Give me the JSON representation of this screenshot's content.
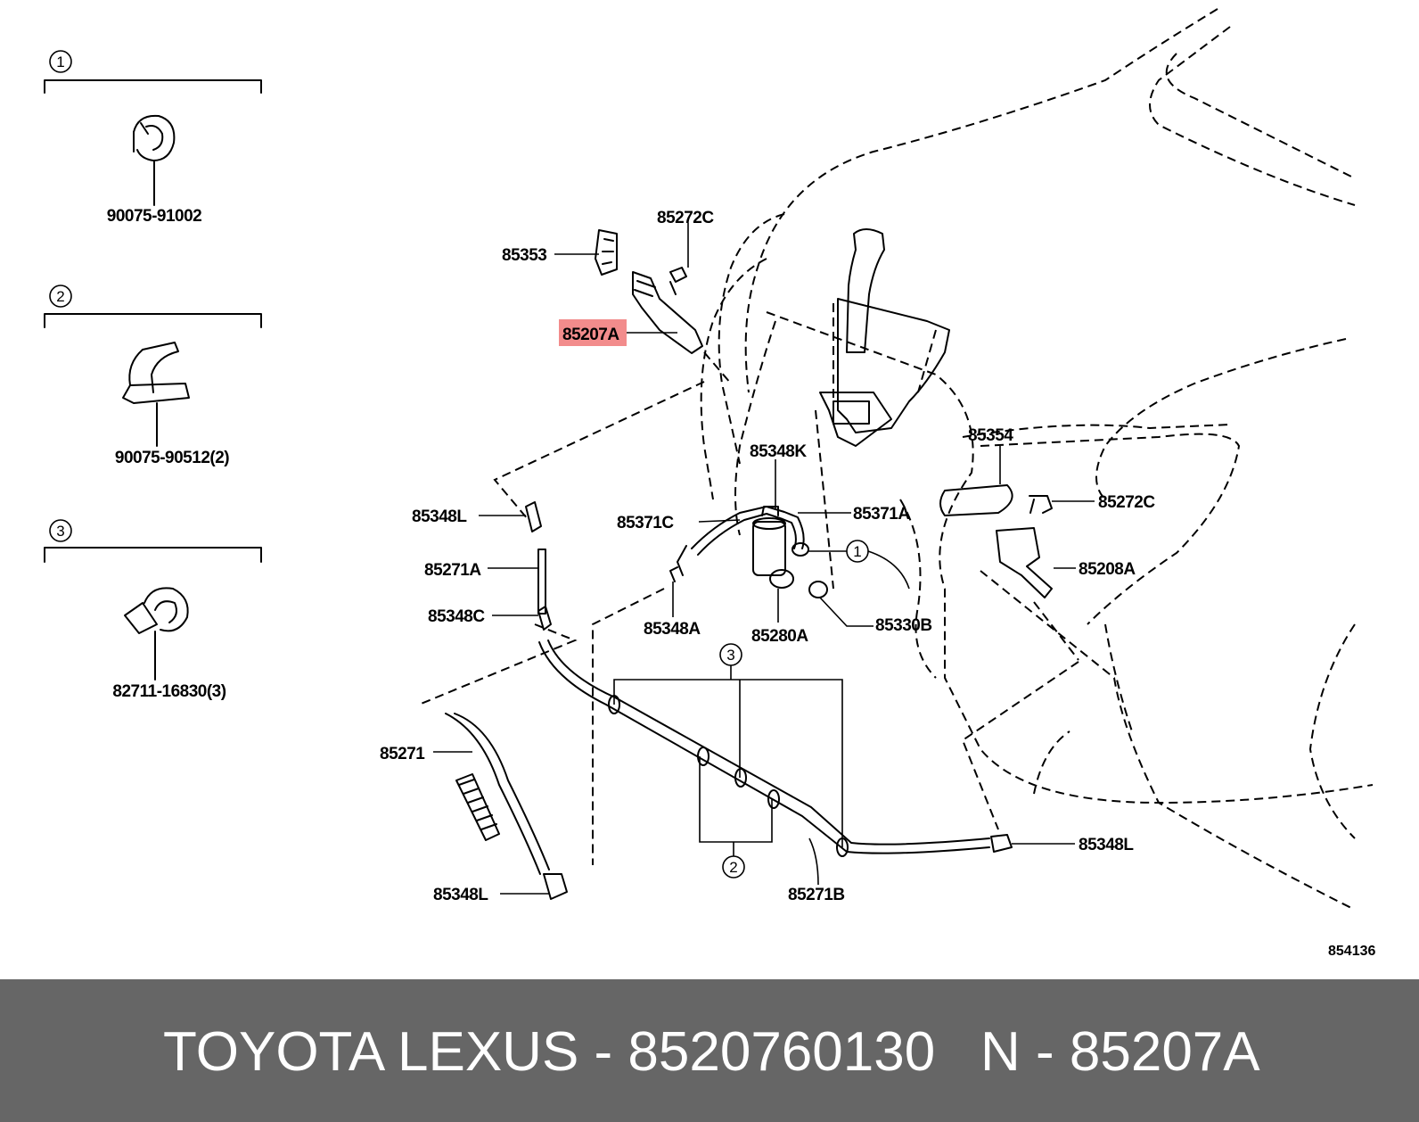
{
  "diagram": {
    "highlight_color": "#f28c8c",
    "callouts": [
      "1",
      "2",
      "3"
    ],
    "inset_parts": {
      "p1": "90075-91002",
      "p2": "90075-90512(2)",
      "p3": "82711-16830(3)"
    },
    "parts": {
      "p85353": "85353",
      "p85272c_top": "85272C",
      "p85207a": "85207A",
      "p85348k": "85348K",
      "p85354": "85354",
      "p85348l_left": "85348L",
      "p85371c": "85371C",
      "p85371a": "85371A",
      "p85272c_right": "85272C",
      "p85271a": "85271A",
      "p85208a": "85208A",
      "p85348c": "85348C",
      "p85348a": "85348A",
      "p85280a": "85280A",
      "p85330b": "85330B",
      "p85271": "85271",
      "p85348l_right": "85348L",
      "p85348l_bottom": "85348L",
      "p85271b": "85271B"
    },
    "drawing_code": "854136"
  },
  "footer": {
    "left_text": "TOYOTA LEXUS - 8520760130",
    "right_text": "N - 85207A",
    "background": "#666666"
  }
}
